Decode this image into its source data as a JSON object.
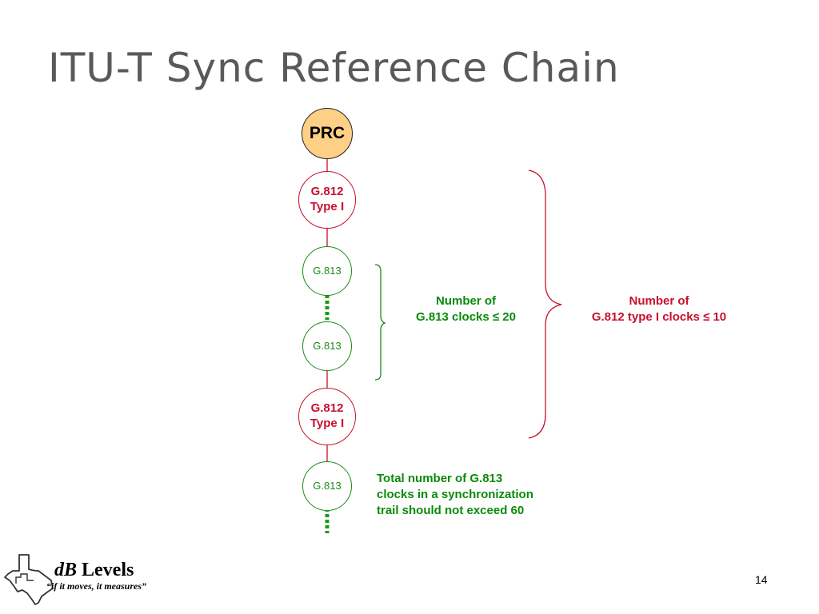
{
  "title": "ITU-T Sync Reference Chain",
  "colors": {
    "prc_fill": "#fdd086",
    "g812": "#c8102e",
    "g813": "#1a8a1a",
    "text_green": "#0a8a0a",
    "title_gray": "#595959"
  },
  "chain": {
    "prc": "PRC",
    "node1": {
      "line1": "G.812",
      "line2": "Type I"
    },
    "node2": "G.813",
    "node3": "G.813",
    "node4": {
      "line1": "G.812",
      "line2": "Type I"
    },
    "node5": "G.813"
  },
  "labels": {
    "g813_limit": {
      "line1": "Number of",
      "line2": "G.813 clocks ≤ 20"
    },
    "g812_limit": {
      "line1": "Number of",
      "line2": "G.812 type I clocks ≤ 10"
    },
    "total_note": {
      "line1": "Total number of G.813",
      "line2": "clocks in a synchronization",
      "line3": "trail should not exceed 60"
    }
  },
  "footer": {
    "page_number": "14",
    "logo_name_italic": "dB",
    "logo_name_rest": " Levels",
    "logo_tagline": "“if it moves, it measures”"
  }
}
